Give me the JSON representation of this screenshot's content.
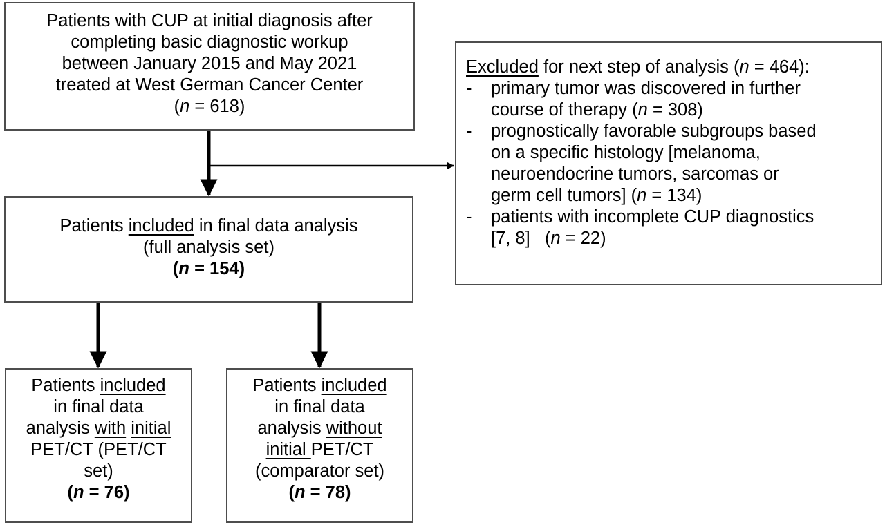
{
  "initial_box": {
    "lines": [
      "Patients with CUP at initial diagnosis after",
      "completing basic diagnostic workup",
      "between January 2015 and May 2021",
      "treated at West German Cancer Center"
    ],
    "n_prefix": "(",
    "n_var": "n",
    "n_value": " = 618)"
  },
  "final_box": {
    "line1_pre": "Patients ",
    "line1_u": "included",
    "line1_post": " in final data analysis",
    "line2": "(full analysis set)",
    "n_prefix": "(",
    "n_var": "n",
    "n_value": " = 154)"
  },
  "pet_box": {
    "line1_pre": "Patients ",
    "line1_u": "included",
    "line2": "in final data",
    "line3_pre": "analysis ",
    "line3_u1": "with",
    "line3_mid": " ",
    "line3_u2": "initial",
    "line4": "PET/CT (PET/CT",
    "line5": "set)",
    "n_prefix": "(",
    "n_var": "n",
    "n_value": " = 76)"
  },
  "comp_box": {
    "line1_pre": "Patients ",
    "line1_u": "included",
    "line2": "in final data",
    "line3_pre": "analysis ",
    "line3_u": "without",
    "line4_u": "initial ",
    "line4_post": "PET/CT",
    "line5": "(comparator set)",
    "n_prefix": "(",
    "n_var": "n",
    "n_value": " = 78)"
  },
  "excluded_box": {
    "header_u": "Excluded",
    "header_post": " for next step of analysis (",
    "header_var": "n",
    "header_value": " = 464):",
    "dash": "-",
    "item1_l1": "primary tumor was discovered in further",
    "item1_l2_pre": "course of therapy (",
    "item1_var": "n",
    "item1_l2_post": " = 308)",
    "item2_l1": "prognostically favorable subgroups based",
    "item2_l2": "on a specific histology [melanoma,",
    "item2_l3": "neuroendocrine tumors, sarcomas or",
    "item2_l4_pre": "germ cell tumors] (",
    "item2_var": "n",
    "item2_l4_post": " = 134)",
    "item3_l1": "patients with incomplete CUP diagnostics",
    "item3_l2_pre": "[7, 8]   (",
    "item3_var": "n",
    "item3_l2_post": " = 22)"
  }
}
